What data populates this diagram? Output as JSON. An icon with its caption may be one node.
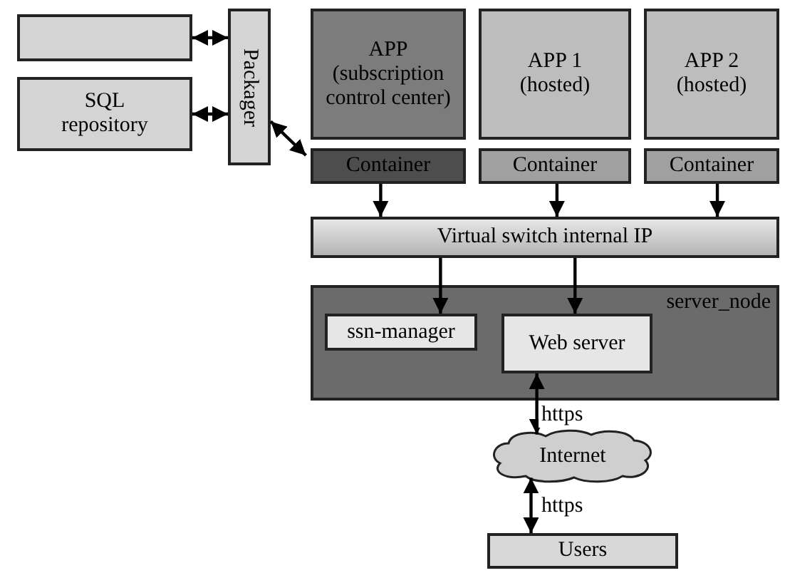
{
  "diagram": {
    "nodes": [
      {
        "text": [],
        "shape": "box"
      },
      {
        "text": [
          "SQL repository"
        ]
      },
      {
        "text": [
          "Packager"
        ]
      },
      {
        "text": [
          "APP (subscription control center)"
        ]
      },
      {
        "text": [
          "APP 1 (hosted)"
        ]
      },
      {
        "text": [
          "APP 2 (hosted)"
        ]
      },
      {
        "text": [
          "Container"
        ]
      },
      {
        "text": [
          "Container"
        ]
      },
      {
        "text": [
          "Container"
        ]
      },
      {
        "text": [
          "Virtual switch internal IP"
        ]
      },
      {
        "text": [
          "server_node"
        ]
      },
      {
        "text": [
          "ssn-manager"
        ],
        "in": 10
      },
      {
        "text": [
          "Web server"
        ],
        "in": 10
      },
      {
        "text": [
          "Internet"
        ]
      },
      {
        "text": [
          "Users"
        ]
      }
    ],
    "edges": [
      {
        "from": 0,
        "to": 2,
        "arrow": "both"
      },
      {
        "from": 1,
        "to": 2,
        "arrow": "both"
      },
      {
        "from": 2,
        "to": 6,
        "arrow": "both"
      },
      {
        "from": 6,
        "to": 9,
        "arrow": "to"
      },
      {
        "from": 7,
        "to": 9,
        "arrow": "to"
      },
      {
        "from": 8,
        "to": 9,
        "arrow": "to"
      },
      {
        "from": 9,
        "to": 11,
        "arrow": "to"
      },
      {
        "from": 9,
        "to": 12,
        "arrow": "to"
      },
      {
        "from": 12,
        "to": 13,
        "arrow": "both",
        "label": "https"
      },
      {
        "from": 13,
        "to": 14,
        "arrow": "both",
        "label": "https"
      }
    ]
  }
}
